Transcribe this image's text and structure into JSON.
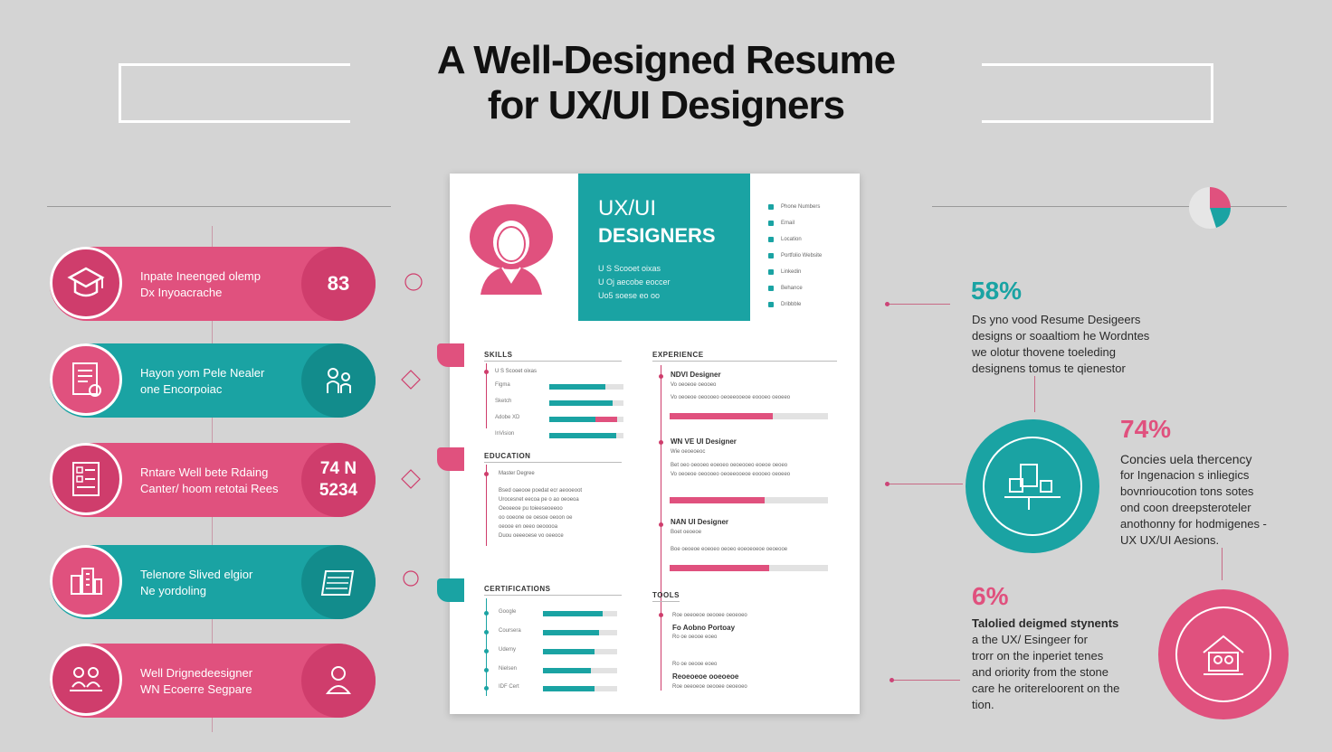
{
  "title": {
    "line1": "A Well-Designed Resume",
    "line2": "for UX/UI Designers"
  },
  "left_items": [
    {
      "text1": "Inpate Ineenged olemp",
      "text2": "Dx Inyoacrache",
      "badge": "83",
      "color": "pink",
      "icon": "graduation-cap-icon"
    },
    {
      "text1": "Hayon yom Pele Nealer",
      "text2": "one Encorpoiac",
      "badge": "",
      "color": "teal",
      "icon": "document-icon"
    },
    {
      "text1": "Rntare Well bete Rdaing",
      "text2": "Canter/ hoom retotai Rees",
      "badge": "74 N\n5234",
      "color": "pink",
      "icon": "resume-list-icon"
    },
    {
      "text1": "Telenore Slived elgior",
      "text2": "Ne yordoling",
      "badge": "",
      "color": "teal",
      "icon": "building-icon"
    },
    {
      "text1": "Well Drignedeesigner",
      "text2": "WN Ecoerre Segpare",
      "badge": "",
      "color": "pink",
      "icon": "team-icon"
    }
  ],
  "resume": {
    "role_line1": "UX/UI",
    "role_line2": "DESIGNERS",
    "intro": [
      "U S Scooet oixas",
      "U Oj aecobe eoccer",
      "Uo5 soese eo oo"
    ],
    "contact": [
      "Phone Numbers",
      "Email",
      "Location",
      "Portfolio Website",
      "Linkedin",
      "Behance",
      "Dribbble"
    ],
    "skills_label": "SKILLS",
    "skills": [
      {
        "label": "Figma",
        "value": 0.75
      },
      {
        "label": "Sketch",
        "value": 0.85
      },
      {
        "label": "Adobe XD",
        "value": 0.65,
        "accent": 0.3
      },
      {
        "label": "InVision",
        "value": 0.9
      }
    ],
    "sections_label": "EDUCATION",
    "education_title": "Master Degree",
    "education_lines": [
      "Bsed oaeooe poedat ecr aeooeoot",
      "Urocesnet eecoa pe o ao oeoeoa",
      "Oeoeeoe pu toieeseoeeoo",
      "oo ooeone oe oesoe oeoon oe",
      "oeooe en oeeo oeooooa",
      "Duou oeeeoese vo oeeoce"
    ],
    "certs_label": "CERTIFICATIONS",
    "certs": [
      {
        "label": "Google",
        "value": 0.8
      },
      {
        "label": "Coursera",
        "value": 0.75
      },
      {
        "label": "Udemy",
        "value": 0.7
      },
      {
        "label": "Nielsen",
        "value": 0.65
      },
      {
        "label": "IDF Cert",
        "value": 0.7
      }
    ],
    "experience_label": "EXPERIENCE",
    "jobs": [
      {
        "title": "NDVI Designer",
        "sub": "Vo oeoeoe oeooeo",
        "line": "Vo oeoeoe oeoooeo oeoeeooeoe eoooeo oeoeeo",
        "value": 0.65
      },
      {
        "title": "WN VE UI Designer",
        "sub": "Wie oeoeoeoc",
        "line": "Bet oeo oeooeo eoeoeo oeoeooeo eoeoe oeoeo",
        "value": 0.6
      },
      {
        "title": "NAN UI Designer",
        "sub": "Boet oeoeoe",
        "line": "Boe oeoeoe eoeoeo oeoeo eoeoeoeoe oeoeooe",
        "value": 0.63
      }
    ],
    "projects_label": "TOOLS",
    "projects": [
      "Roe oeeoeoe oeooee oeoeoeo",
      "Fo Aobno Portoay",
      "Ro oe oeooe eoeo",
      "Reoeoeoe ooeoeoe"
    ]
  },
  "stats": [
    {
      "pct": "58%",
      "color": "#1aa3a3",
      "lines": [
        "Ds yno vood Resume Desigeers",
        "designs or soaaltiom he Wordntes",
        "we olotur thovene toeleding",
        "designens tomus te qienestor"
      ]
    },
    {
      "pct": "74%",
      "color": "#e0517e",
      "heading": "Concies uela thercency",
      "lines": [
        "for Ingenacion s inliegics",
        "bovnrioucotion tons sotes",
        "ond coon dreepsteroteler",
        "anothonny for hodmigenes -",
        "UX UX/UI Aesions."
      ]
    },
    {
      "pct": "6%",
      "color": "#e0517e",
      "heading": "Talolied deigmed stynents",
      "lines": [
        "a the UX/ Esingeer for",
        "trorr on the inperiet tenes",
        "and oriority from the stone",
        "care he oritereloorent on the",
        "tion."
      ]
    }
  ],
  "colors": {
    "pink": "#e0517e",
    "teal": "#1aa3a3",
    "background": "#d4d4d4"
  }
}
